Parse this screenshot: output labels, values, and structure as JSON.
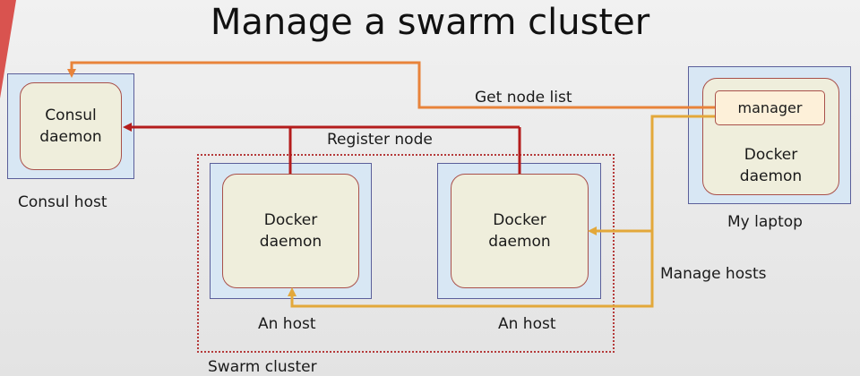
{
  "title": "Manage a swarm cluster",
  "colors": {
    "get_node_list_arrow": "#e8833a",
    "register_node_arrow": "#b41c1c",
    "manage_hosts_arrow": "#e3a83a",
    "host_fill": "#d8e7f4",
    "daemon_fill": "#efeedc"
  },
  "nodes": {
    "consul_daemon": "Consul\ndaemon",
    "consul_host": "Consul host",
    "manager": "manager",
    "laptop_daemon": "Docker\ndaemon",
    "laptop": "My laptop",
    "host1_daemon": "Docker\ndaemon",
    "host1": "An host",
    "host2_daemon": "Docker\ndaemon",
    "host2": "An host",
    "swarm": "Swarm cluster"
  },
  "edges": {
    "get_node_list": "Get node list",
    "register_node": "Register node",
    "manage_hosts": "Manage hosts"
  }
}
